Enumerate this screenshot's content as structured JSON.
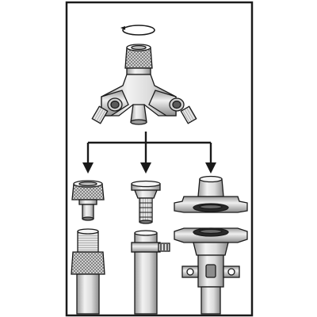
{
  "diagram": {
    "stroke_color": "#1a1a1a",
    "metal_light": "#e6e6e6",
    "metal_mid": "#c4c4c4",
    "metal_dark": "#8c8c8c",
    "fill_white": "#ffffff",
    "frame_color": "#1a1a1a",
    "icons": {
      "rotation": "rotation-arrow-icon",
      "branch": "branch-arrows-icon"
    },
    "components": [
      "two-way-valve-splitter",
      "threaded-tap-connector",
      "hose-barb-connector",
      "quick-coupling-connector",
      "threaded-hose-connector",
      "clamped-hose-pipe",
      "quick-coupling-hose-end"
    ]
  }
}
